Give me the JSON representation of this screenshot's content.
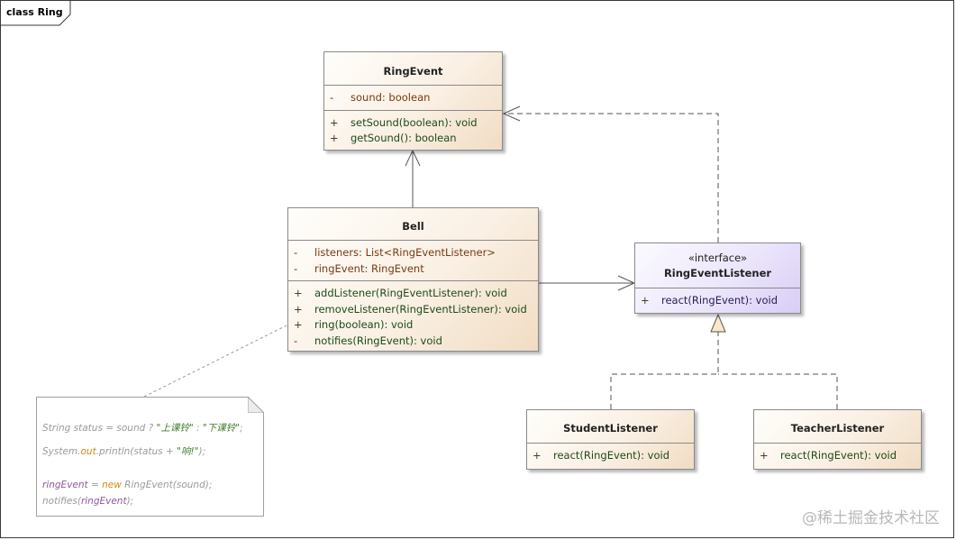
{
  "frame": {
    "title": "class Ring"
  },
  "classes": {
    "ring_event": {
      "name": "RingEvent",
      "attributes": [
        {
          "vis": "-",
          "text": "sound: boolean"
        }
      ],
      "operations": [
        {
          "vis": "+",
          "text": "setSound(boolean): void"
        },
        {
          "vis": "+",
          "text": "getSound(): boolean"
        }
      ]
    },
    "bell": {
      "name": "Bell",
      "attributes": [
        {
          "vis": "-",
          "text": "listeners: List<RingEventListener>"
        },
        {
          "vis": "-",
          "text": "ringEvent: RingEvent"
        }
      ],
      "operations": [
        {
          "vis": "+",
          "text": "addListener(RingEventListener): void"
        },
        {
          "vis": "+",
          "text": "removeListener(RingEventListener): void"
        },
        {
          "vis": "+",
          "text": "ring(boolean): void"
        },
        {
          "vis": "-",
          "text": "notifies(RingEvent): void"
        }
      ]
    },
    "ring_event_listener": {
      "stereotype": "«interface»",
      "name": "RingEventListener",
      "operations": [
        {
          "vis": "+",
          "text": "react(RingEvent): void"
        }
      ]
    },
    "student_listener": {
      "name": "StudentListener",
      "operations": [
        {
          "vis": "+",
          "text": "react(RingEvent): void"
        }
      ]
    },
    "teacher_listener": {
      "name": "TeacherListener",
      "operations": [
        {
          "vis": "+",
          "text": "react(RingEvent): void"
        }
      ]
    }
  },
  "note": {
    "line1": {
      "a": "String status = sound ? ",
      "b": "\"上课铃\"",
      "c": " : ",
      "d": "\"下课铃\"",
      "e": ";"
    },
    "line2": {
      "a": "System.",
      "b": "out",
      "c": ".println(status + ",
      "d": "\"响!\"",
      "e": ");"
    },
    "line3": {
      "a": "ringEvent",
      "b": " = ",
      "c": "new",
      "d": " RingEvent(sound);"
    },
    "line4": {
      "a": "notifies(",
      "b": "ringEvent",
      "c": ");"
    }
  },
  "watermark": "@稀土掘金技术社区"
}
